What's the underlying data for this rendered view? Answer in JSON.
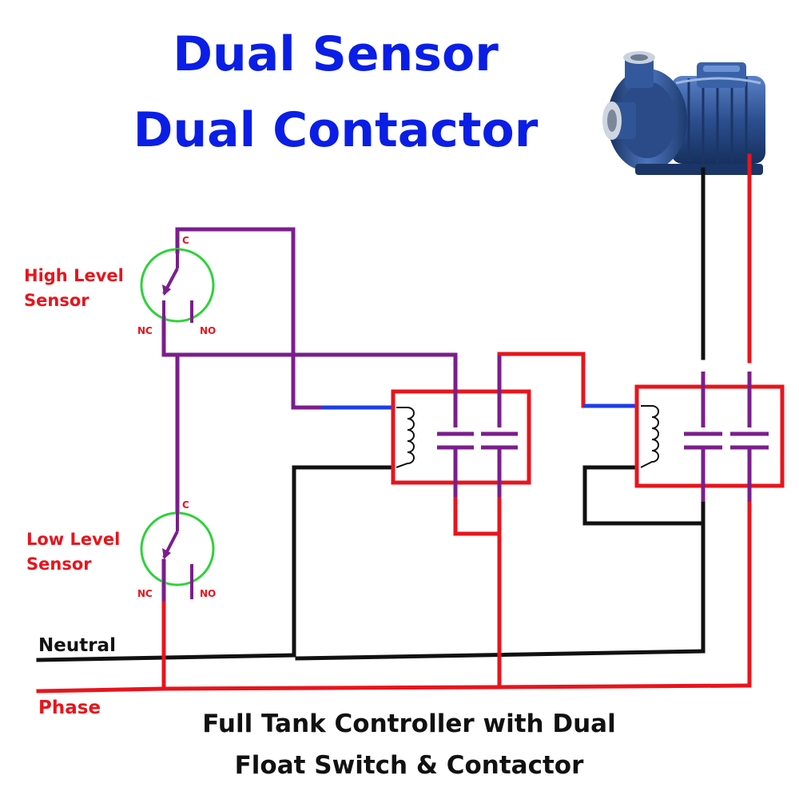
{
  "title": {
    "line1": "Dual Sensor",
    "line2": "Dual Contactor"
  },
  "caption": {
    "line1": "Full Tank Controller with Dual",
    "line2": "Float Switch & Contactor"
  },
  "sensors": {
    "high": {
      "label_line1": "High Level",
      "label_line2": "Sensor",
      "common": "C",
      "nc": "NC",
      "no": "NO"
    },
    "low": {
      "label_line1": "Low Level",
      "label_line2": "Sensor",
      "common": "C",
      "nc": "NC",
      "no": "NO"
    }
  },
  "supply": {
    "neutral": "Neutral",
    "phase": "Phase"
  },
  "colors": {
    "title": "#0a1ee6",
    "phase_wire": "#e8141c",
    "neutral_wire": "#111111",
    "control_wire": "#7b1e8c",
    "coil_wire": "#1e3ee8",
    "sensor_ring": "#2fd23a",
    "contactor_box": "#e8141c",
    "pump_body": "#2c4f8f"
  },
  "icons": {
    "pump": "centrifugal-water-pump-icon",
    "sensor": "float-switch-icon",
    "coil": "contactor-coil-icon"
  }
}
